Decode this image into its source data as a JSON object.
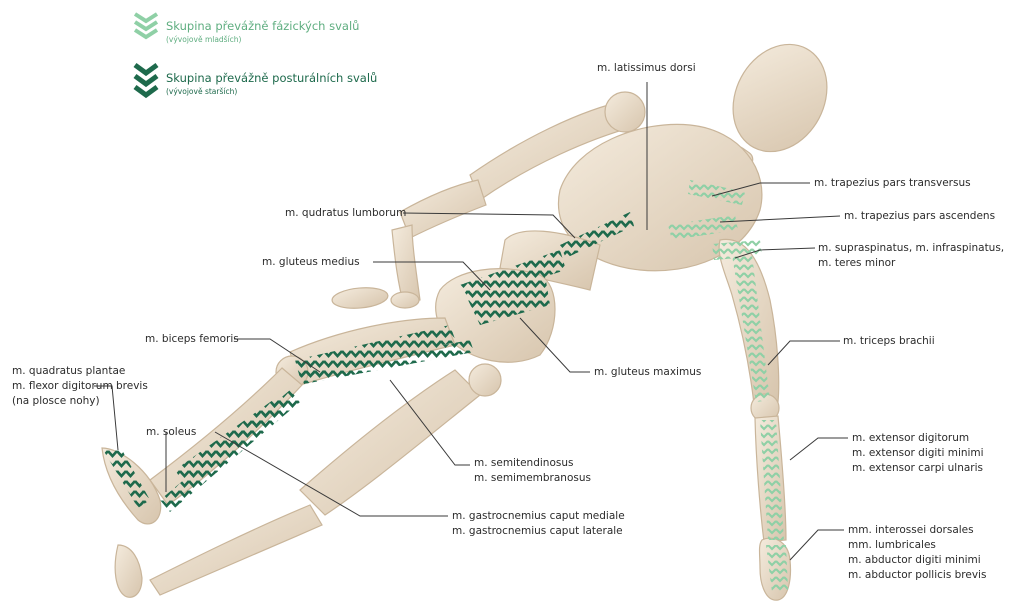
{
  "legend": [
    {
      "title": "Skupina převážně fázických svalů",
      "subtitle": "(vývojově mladších)",
      "color": "#8fd0a6"
    },
    {
      "title": "Skupina převážně posturálních svalů",
      "subtitle": "(vývojově starších)",
      "color": "#1e6a4c"
    }
  ],
  "colors": {
    "phasic": "#8fd0a6",
    "postural": "#1e6a4c",
    "body": "#ecdfcd",
    "body_shade": "#d9c8b1",
    "leader": "#3a3a3a",
    "text": "#2b2b2b"
  },
  "labels": {
    "latissimus": [
      "m. latissimus dorsi"
    ],
    "trapezius_transversus": [
      "m. trapezius pars transversus"
    ],
    "trapezius_ascendens": [
      "m. trapezius pars ascendens"
    ],
    "supraspinatus": [
      "m. supraspinatus, m. infraspinatus,",
      "m. teres minor"
    ],
    "quadratus_lumborum": [
      "m. qudratus lumborum"
    ],
    "gluteus_medius": [
      "m. gluteus medius"
    ],
    "triceps": [
      "m. triceps brachii"
    ],
    "biceps_femoris": [
      "m. biceps femoris"
    ],
    "gluteus_maximus": [
      "m. gluteus maximus"
    ],
    "quadratus_plantae": [
      "m. quadratus plantae",
      "m. flexor digitorum brevis",
      "(na plosce nohy)"
    ],
    "soleus": [
      "m. soleus"
    ],
    "extensor": [
      "m. extensor digitorum",
      "m. extensor digiti minimi",
      "m. extensor carpi ulnaris"
    ],
    "semitendinosus": [
      "m. semitendinosus",
      "m. semimembranosus"
    ],
    "gastrocnemius": [
      "m. gastrocnemius caput mediale",
      "m. gastrocnemius caput laterale"
    ],
    "interossei": [
      "mm. interossei dorsales",
      "mm. lumbricales",
      "m. abductor digiti minimi",
      "m. abductor pollicis brevis"
    ]
  }
}
